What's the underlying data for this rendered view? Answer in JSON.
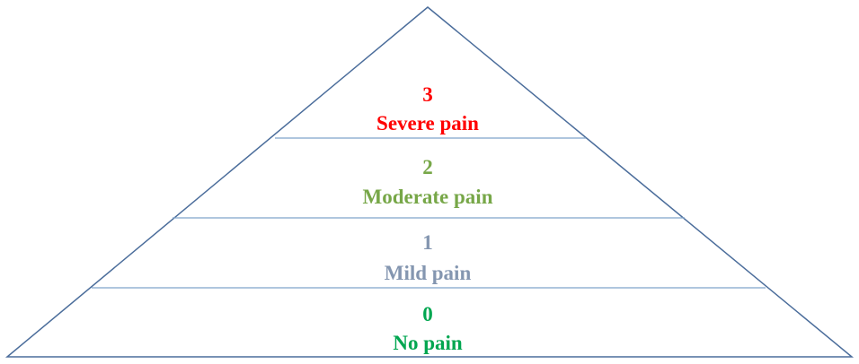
{
  "levels": [
    {
      "score": "3",
      "label": "Severe pain",
      "color": "#ff0000"
    },
    {
      "score": "2",
      "label": "Moderate pain",
      "color": "#77a748"
    },
    {
      "score": "1",
      "label": "Mild pain",
      "color": "#8496b0"
    },
    {
      "score": "0",
      "label": "No pain",
      "color": "#00a650"
    }
  ],
  "colors": {
    "outline": "#4b6d9b",
    "divider": "#7fa4c9"
  }
}
